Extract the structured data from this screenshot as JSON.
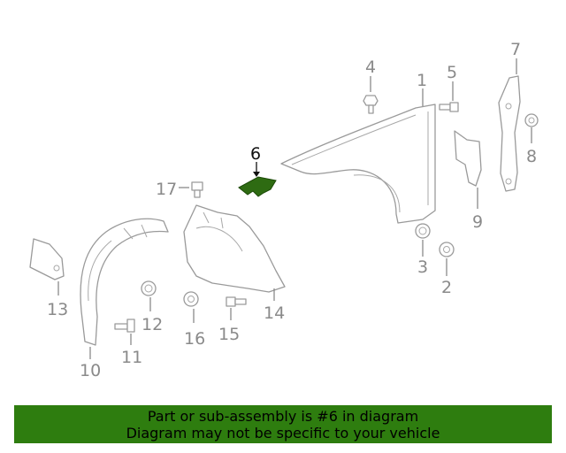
{
  "diagram": {
    "highlighted_part": "6",
    "highlight_color": "#2e6b12",
    "part_labels": {
      "p1": "1",
      "p2": "2",
      "p3": "3",
      "p4": "4",
      "p5": "5",
      "p6": "6",
      "p7": "7",
      "p8": "8",
      "p9": "9",
      "p10": "10",
      "p11": "11",
      "p12": "12",
      "p13": "13",
      "p14": "14",
      "p15": "15",
      "p16": "16",
      "p17": "17"
    }
  },
  "banner": {
    "line1": "Part or sub-assembly is #6 in diagram",
    "line2": "Diagram may not be specific to your vehicle",
    "background": "#2e7d0f"
  }
}
